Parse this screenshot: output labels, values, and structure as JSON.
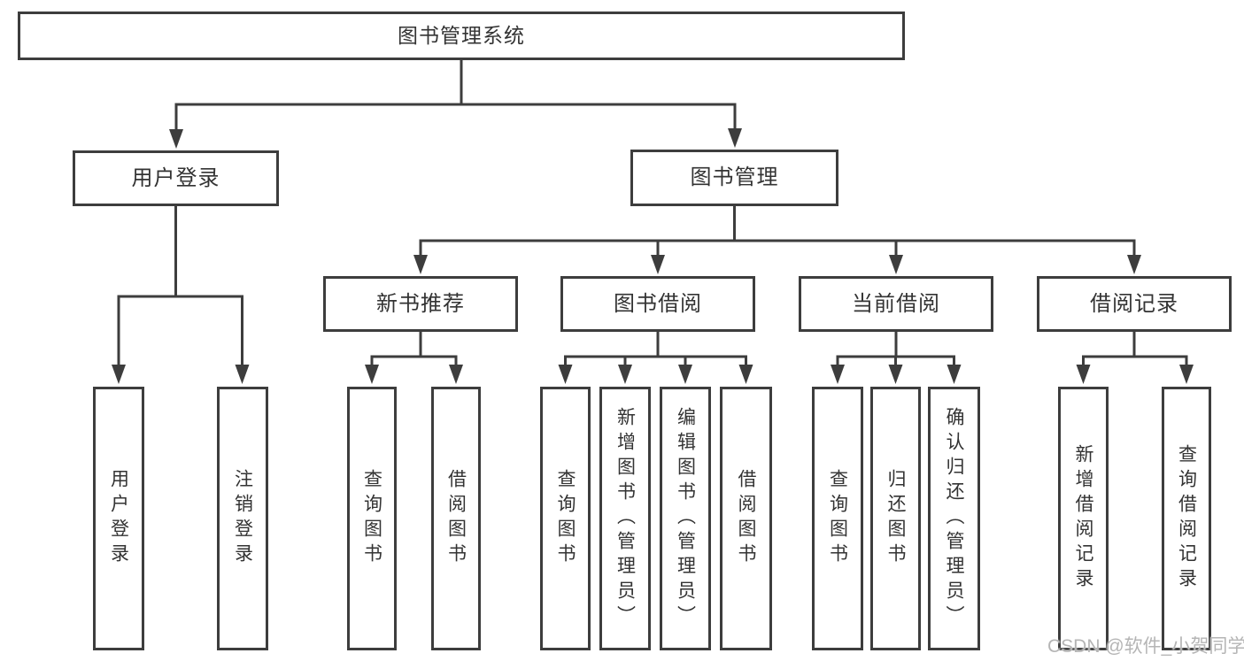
{
  "diagram": {
    "type": "tree",
    "title": "图书管理系统",
    "watermark": "CSDN @软件_小贺同学",
    "colors": {
      "line": "#3d3d3d",
      "border": "#3d3d3d",
      "text": "#333333",
      "background": "#ffffff",
      "watermark": "#b5b5b5"
    },
    "tree": {
      "label": "图书管理系统",
      "children": [
        {
          "label": "用户登录",
          "children": [
            {
              "label": "用户登录"
            },
            {
              "label": "注销登录"
            }
          ]
        },
        {
          "label": "图书管理",
          "children": [
            {
              "label": "新书推荐",
              "children": [
                {
                  "label": "查询图书"
                },
                {
                  "label": "借阅图书"
                }
              ]
            },
            {
              "label": "图书借阅",
              "children": [
                {
                  "label": "查询图书"
                },
                {
                  "label": "新增图书（管理员）"
                },
                {
                  "label": "编辑图书（管理员）"
                },
                {
                  "label": "借阅图书"
                }
              ]
            },
            {
              "label": "当前借阅",
              "children": [
                {
                  "label": "查询图书"
                },
                {
                  "label": "归还图书"
                },
                {
                  "label": "确认归还（管理员）"
                }
              ]
            },
            {
              "label": "借阅记录",
              "children": [
                {
                  "label": "新增借阅记录"
                },
                {
                  "label": "查询借阅记录"
                }
              ]
            }
          ]
        }
      ]
    }
  }
}
